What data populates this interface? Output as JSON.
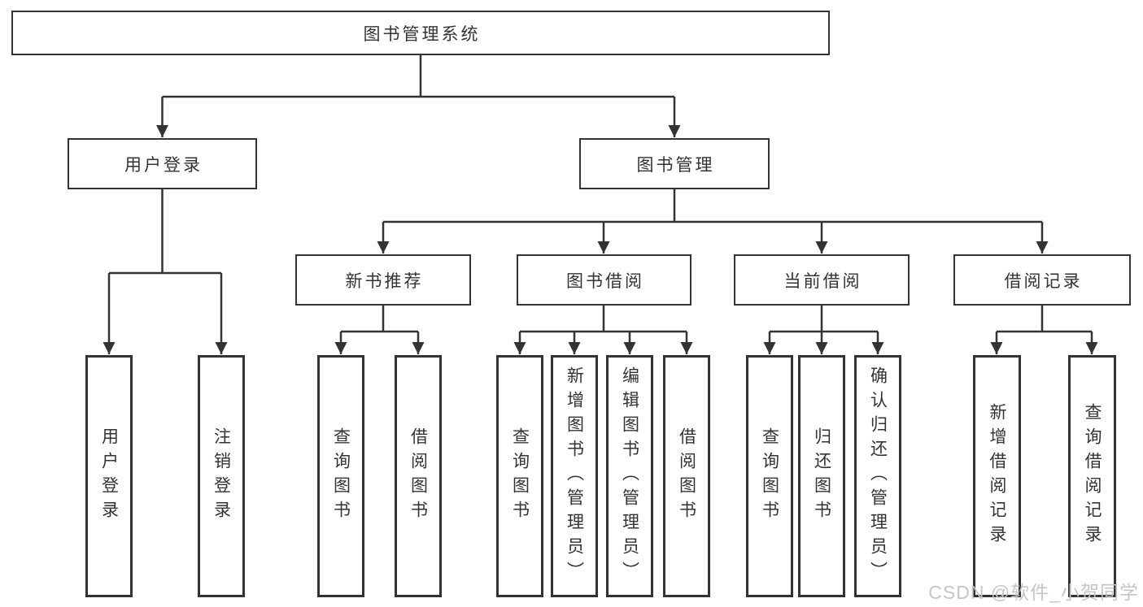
{
  "diagram": {
    "watermark": "CSDN @软件_小贺同学",
    "colors": {
      "line": "#333333",
      "box_border": "#333333",
      "text": "#333333",
      "background": "#ffffff",
      "watermark_text": "#c3c3c3"
    },
    "tree": {
      "root": {
        "label": "图书管理系统"
      },
      "branches": [
        {
          "label": "用户登录",
          "children": [
            {
              "label": "用户登录"
            },
            {
              "label": "注销登录"
            }
          ]
        },
        {
          "label": "图书管理",
          "children": [
            {
              "label": "新书推荐",
              "children": [
                {
                  "label": "查询图书"
                },
                {
                  "label": "借阅图书"
                }
              ]
            },
            {
              "label": "图书借阅",
              "children": [
                {
                  "label": "查询图书"
                },
                {
                  "label": "新增图书（管理员）"
                },
                {
                  "label": "编辑图书（管理员）"
                },
                {
                  "label": "借阅图书"
                }
              ]
            },
            {
              "label": "当前借阅",
              "children": [
                {
                  "label": "查询图书"
                },
                {
                  "label": "归还图书"
                },
                {
                  "label": "确认归还（管理员）"
                }
              ]
            },
            {
              "label": "借阅记录",
              "children": [
                {
                  "label": "新增借阅记录"
                },
                {
                  "label": "查询借阅记录"
                }
              ]
            }
          ]
        }
      ]
    }
  }
}
